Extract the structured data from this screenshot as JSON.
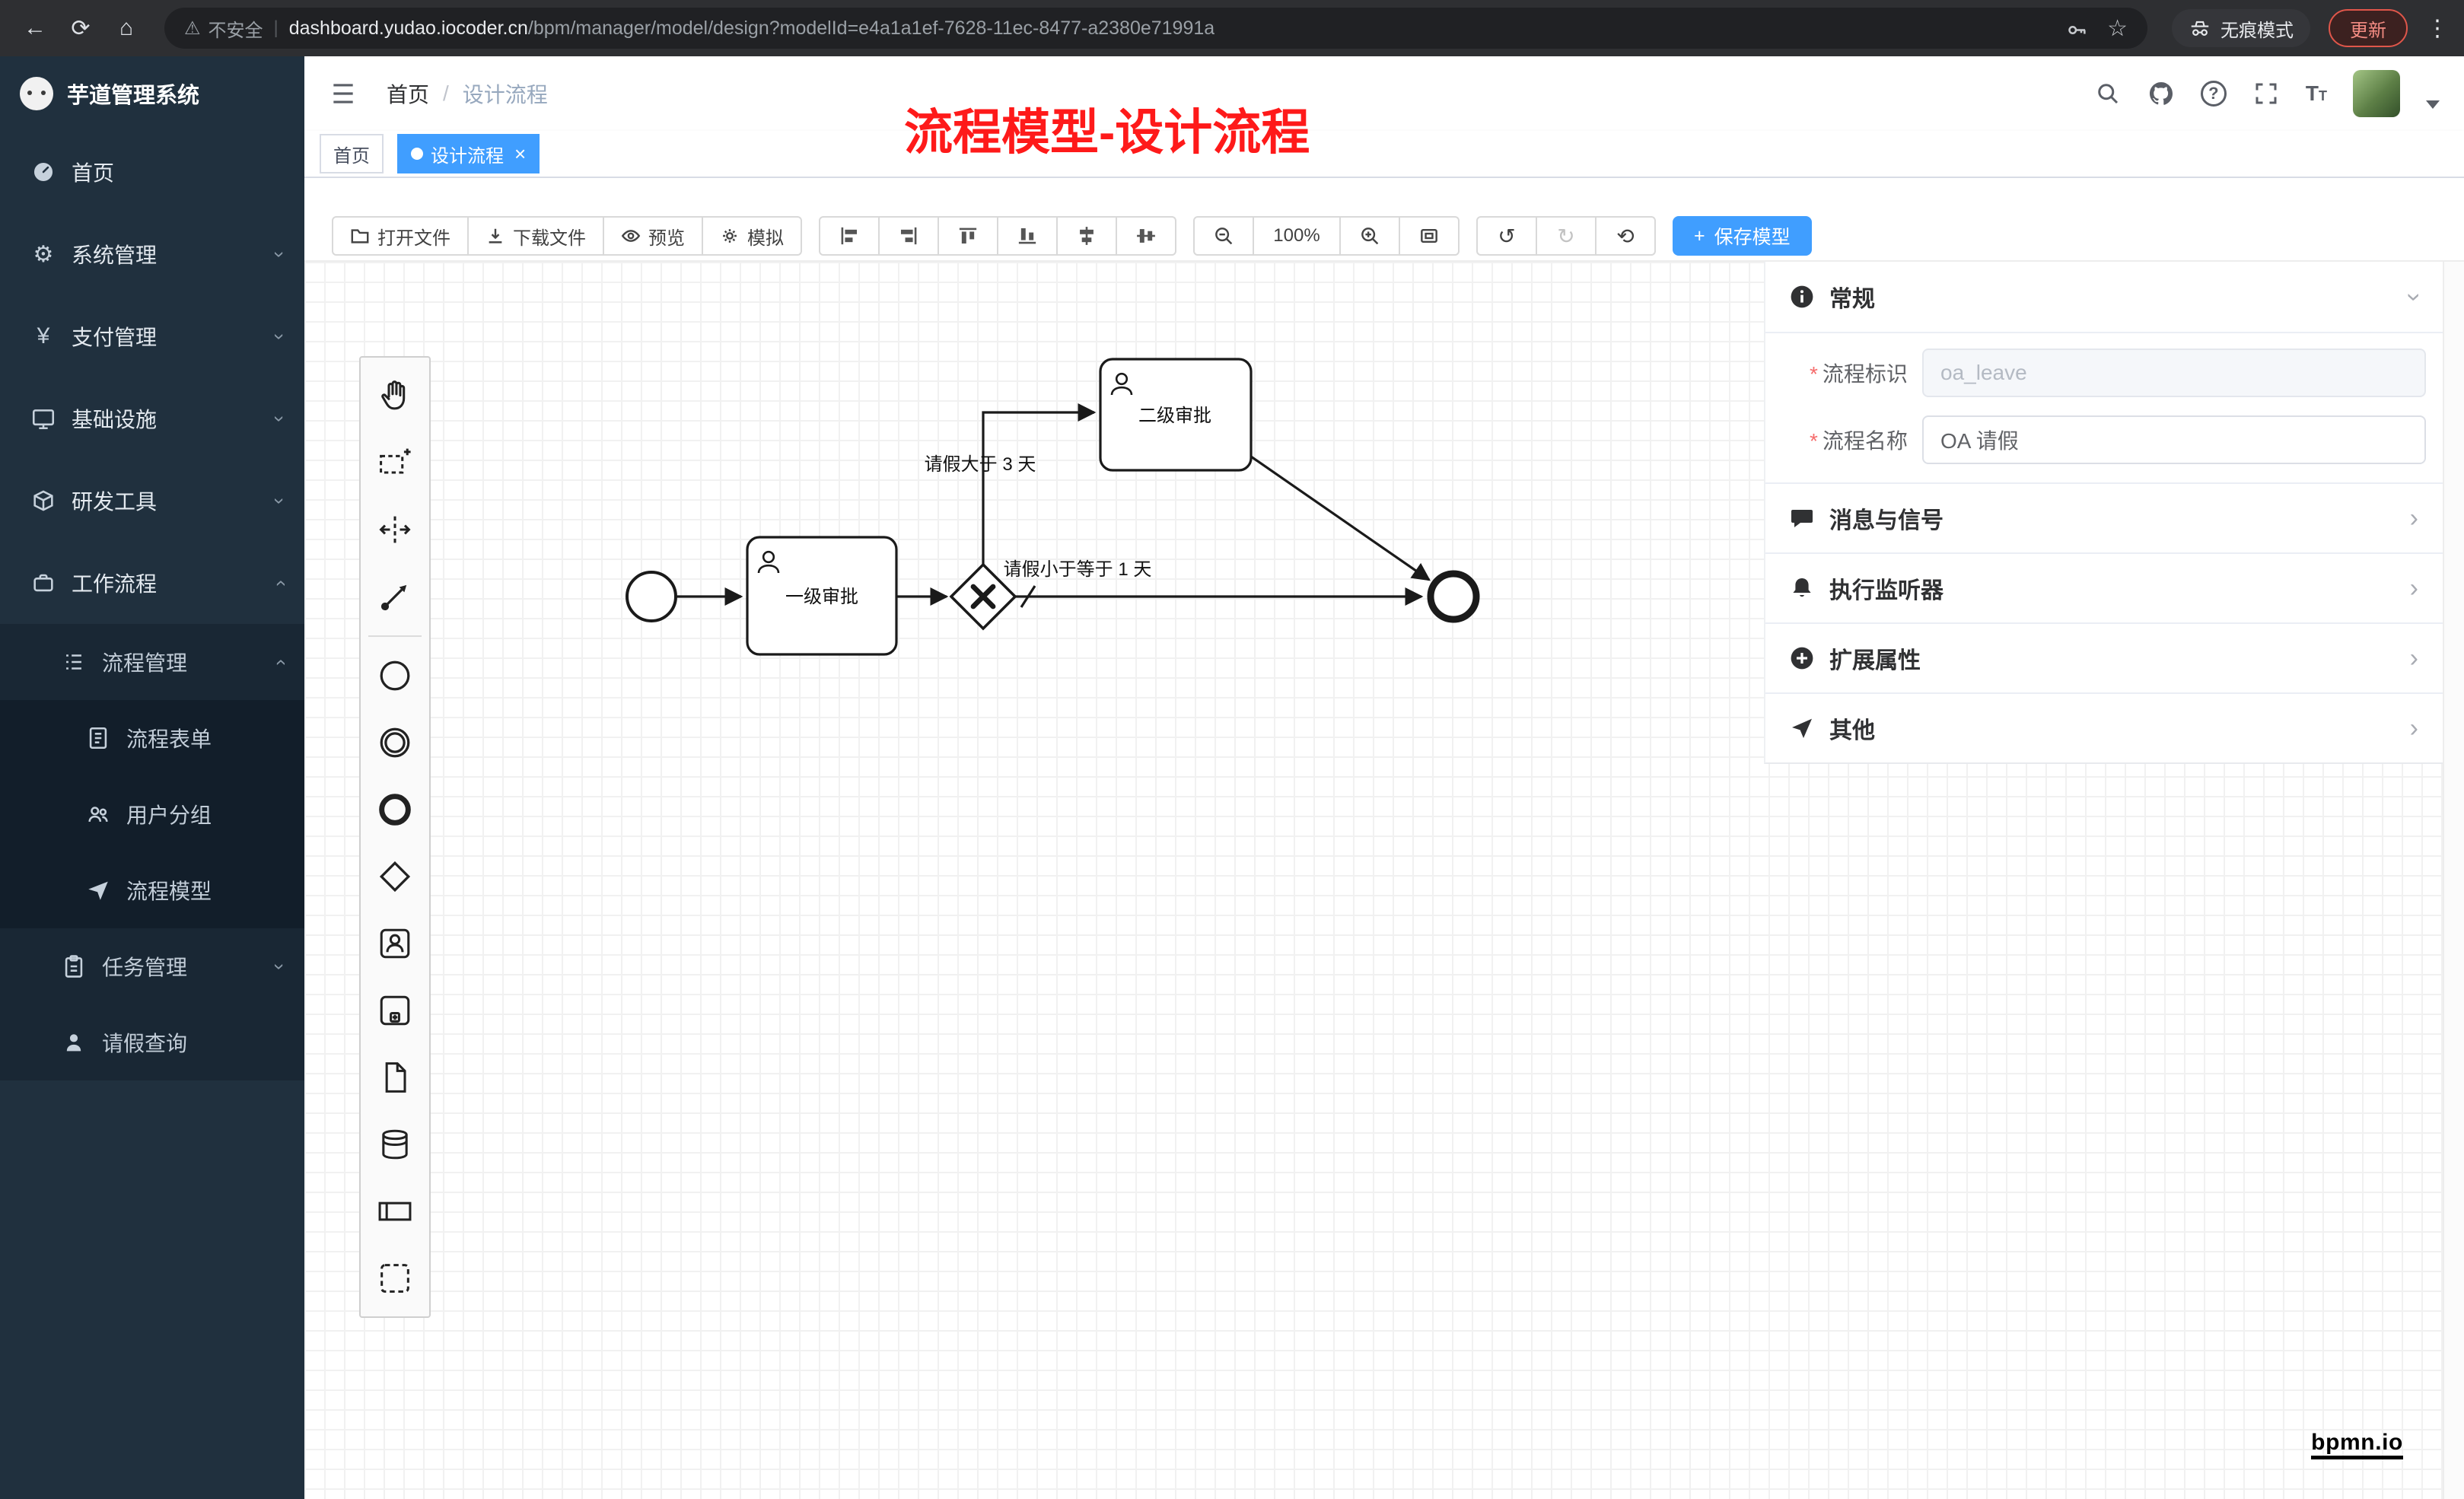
{
  "colors": {
    "accent": "#409eff",
    "annotation_red": "#fe1a1a",
    "sidebar_bg": "#20303e",
    "danger": "#f56c6c"
  },
  "icons": {
    "back": "←",
    "refresh": "⟳",
    "home": "⌂",
    "warning": "⚠",
    "divider": "|",
    "star": "☆",
    "menu_dots": "⋮",
    "undo": "↺",
    "redo": "↻",
    "reset": "⟲",
    "plus": "+",
    "close": "×",
    "chevron": "›",
    "question": "?",
    "gear": "⚙",
    "yen": "¥",
    "breadcrumb_sep": "/",
    "font_big": "T",
    "font_small": "T"
  },
  "browser": {
    "security": "不安全",
    "url_domain": "dashboard.yudao.iocoder.cn",
    "url_path": "/bpm/manager/model/design?modelId=e4a1a1ef-7628-11ec-8477-a2380e71991a",
    "incognito": "无痕模式",
    "update": "更新"
  },
  "sidebar": {
    "title": "芋道管理系统",
    "items": [
      {
        "label": "首页"
      },
      {
        "label": "系统管理"
      },
      {
        "label": "支付管理"
      },
      {
        "label": "基础设施"
      },
      {
        "label": "研发工具"
      },
      {
        "label": "工作流程"
      }
    ],
    "sub": {
      "process_mgmt": "流程管理",
      "children": [
        {
          "label": "流程表单"
        },
        {
          "label": "用户分组"
        },
        {
          "label": "流程模型"
        }
      ],
      "task_mgmt": "任务管理",
      "leave_query": "请假查询"
    }
  },
  "header": {
    "breadcrumb": [
      "首页",
      "设计流程"
    ]
  },
  "tags": {
    "home": "首页",
    "active": "设计流程"
  },
  "annotation": "流程模型-设计流程",
  "toolbar": {
    "open": "打开文件",
    "download": "下载文件",
    "preview": "预览",
    "simulate": "模拟",
    "zoom_level": "100%",
    "save": "保存模型"
  },
  "panel": {
    "general": "常规",
    "process_key_label": "流程标识",
    "process_key_value": "oa_leave",
    "process_name_label": "流程名称",
    "process_name_value": "OA 请假",
    "sections": [
      {
        "title": "消息与信号"
      },
      {
        "title": "执行监听器"
      },
      {
        "title": "扩展属性"
      },
      {
        "title": "其他"
      }
    ]
  },
  "diagram": {
    "task1": "一级审批",
    "task2": "二级审批",
    "flow_gt": "请假大于 3 天",
    "flow_lte": "请假小于等于 1 天"
  },
  "watermark": "bpmn.io"
}
